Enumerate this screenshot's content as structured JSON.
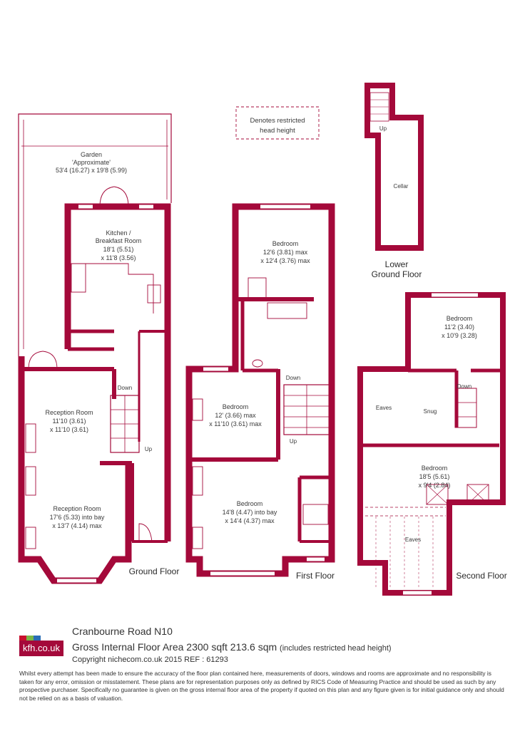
{
  "legend": {
    "line1": "Denotes restricted",
    "line2": "head height"
  },
  "ground_floor": {
    "label": "Ground Floor",
    "garden": {
      "name": "Garden",
      "note": "'Approximate'",
      "dims": "53'4 (16.27) x 19'8 (5.99)"
    },
    "kitchen": {
      "name1": "Kitchen /",
      "name2": "Breakfast Room",
      "dims1": "18'1 (5.51)",
      "dims2": "x 11'8 (3.56)"
    },
    "reception1": {
      "name": "Reception Room",
      "dims1": "11'10 (3.61)",
      "dims2": "x 11'10 (3.61)"
    },
    "reception2": {
      "name": "Reception Room",
      "dims1": "17'6 (5.33) into bay",
      "dims2": "x 13'7 (4.14) max"
    },
    "stair_down": "Down",
    "stair_up": "Up"
  },
  "first_floor": {
    "label": "First Floor",
    "bedroom1": {
      "name": "Bedroom",
      "dims1": "12'6 (3.81) max",
      "dims2": "x 12'4 (3.76) max"
    },
    "bedroom2": {
      "name": "Bedroom",
      "dims1": "12' (3.66) max",
      "dims2": "x 11'10 (3.61) max"
    },
    "bedroom3": {
      "name": "Bedroom",
      "dims1": "14'8 (4.47) into bay",
      "dims2": "x 14'4 (4.37) max"
    },
    "stair_down": "Down",
    "stair_up": "Up"
  },
  "lower_ground": {
    "label1": "Lower",
    "label2": "Ground Floor",
    "cellar": "Cellar",
    "stair_up": "Up"
  },
  "second_floor": {
    "label": "Second Floor",
    "bedroom1": {
      "name": "Bedroom",
      "dims1": "11'2 (3.40)",
      "dims2": "x 10'9 (3.28)"
    },
    "bedroom2": {
      "name": "Bedroom",
      "dims1": "18'5 (5.61)",
      "dims2": "x 9'4 (2.84)"
    },
    "eaves1": "Eaves",
    "snug": "Snug",
    "eaves2": "Eaves",
    "stair_down": "Down"
  },
  "footer": {
    "logo": "kfh.co.uk",
    "address": "Cranbourne Road  N10",
    "gifa": "Gross Internal Floor Area 2300 sqft 213.6 sqm",
    "gifa_note": "(includes restricted head height)",
    "ref": "Copyright nichecom.co.uk 2015 REF : 61293",
    "disclaimer": "Whilst every attempt has been made to ensure the accuracy of the floor plan contained here, measurements of doors, windows and rooms are approximate and no responsibility is taken for any error, omission or misstatement. These plans are for representation purposes only as defined by RICS Code of Measuring Practice and should be used as such by any prospective purchaser.  Specifically no guarantee is given on the gross internal floor area of the property if quoted on this plan and any figure given is for initial guidance only and should not be relied on as a basis of valuation."
  },
  "colors": {
    "wall": "#a4093a",
    "text": "#333333",
    "strip_red": "#c8102e",
    "strip_green": "#7ab648",
    "strip_blue": "#2a6db5"
  }
}
